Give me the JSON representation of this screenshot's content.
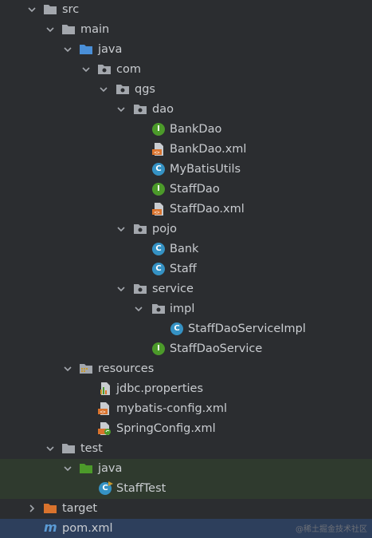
{
  "tree": {
    "src": "src",
    "main": "main",
    "java": "java",
    "com": "com",
    "qgs": "qgs",
    "dao": "dao",
    "bankdao": "BankDao",
    "bankdao_xml": "BankDao.xml",
    "mybatisutils": "MyBatisUtils",
    "staffdao": "StaffDao",
    "staffdao_xml": "StaffDao.xml",
    "pojo": "pojo",
    "bank": "Bank",
    "staff": "Staff",
    "service": "service",
    "impl": "impl",
    "staffdaoserviceimpl": "StaffDaoServiceImpl",
    "staffdaoservice": "StaffDaoService",
    "resources": "resources",
    "jdbc_properties": "jdbc.properties",
    "mybatis_config": "mybatis-config.xml",
    "springconfig": "SpringConfig.xml",
    "test": "test",
    "test_java": "java",
    "stafftest": "StaffTest",
    "target": "target",
    "pom": "pom.xml"
  },
  "watermark": "@稀土掘金技术社区",
  "colors": {
    "background": "#2b2d30",
    "text": "#c9ccd0",
    "folder": "#a3a7ad",
    "source_folder": "#4a8fd8",
    "test_folder": "#4c9a2a",
    "excluded_folder": "#d9732d",
    "class_icon": "#3592c4",
    "interface_icon": "#4c9a2a"
  },
  "icons": {
    "chevron_expanded": "chevron-down-icon",
    "chevron_collapsed": "chevron-right-icon",
    "class": "class-icon",
    "interface": "interface-icon",
    "xml": "xml-file-icon",
    "properties": "properties-file-icon",
    "maven": "maven-icon"
  }
}
